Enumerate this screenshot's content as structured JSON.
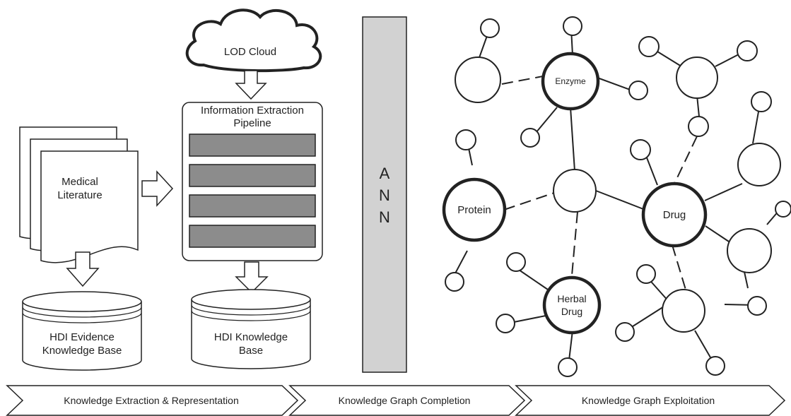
{
  "lod_cloud": {
    "label": "LOD Cloud"
  },
  "medical_literature": {
    "line1": "Medical",
    "line2": "Literature"
  },
  "pipeline": {
    "line1": "Information Extraction",
    "line2": "Pipeline",
    "stage_count": 4
  },
  "evidence_kb": {
    "line1": "HDI Evidence",
    "line2": "Knowledge Base"
  },
  "hdi_kb": {
    "line1": "HDI Knowledge",
    "line2": "Base"
  },
  "ann": {
    "letters": [
      "A",
      "N",
      "N"
    ]
  },
  "graph": {
    "labels": {
      "enzyme": "Enzyme",
      "protein": "Protein",
      "drug": "Drug",
      "herbal_line1": "Herbal",
      "herbal_line2": "Drug"
    }
  },
  "stages": [
    {
      "label": "Knowledge Extraction & Representation"
    },
    {
      "label": "Knowledge Graph Completion"
    },
    {
      "label": "Knowledge Graph Exploitation"
    }
  ],
  "colors": {
    "stroke": "#222222",
    "stage_fill": "#8c8c8c",
    "ann_fill": "#d2d2d2"
  }
}
